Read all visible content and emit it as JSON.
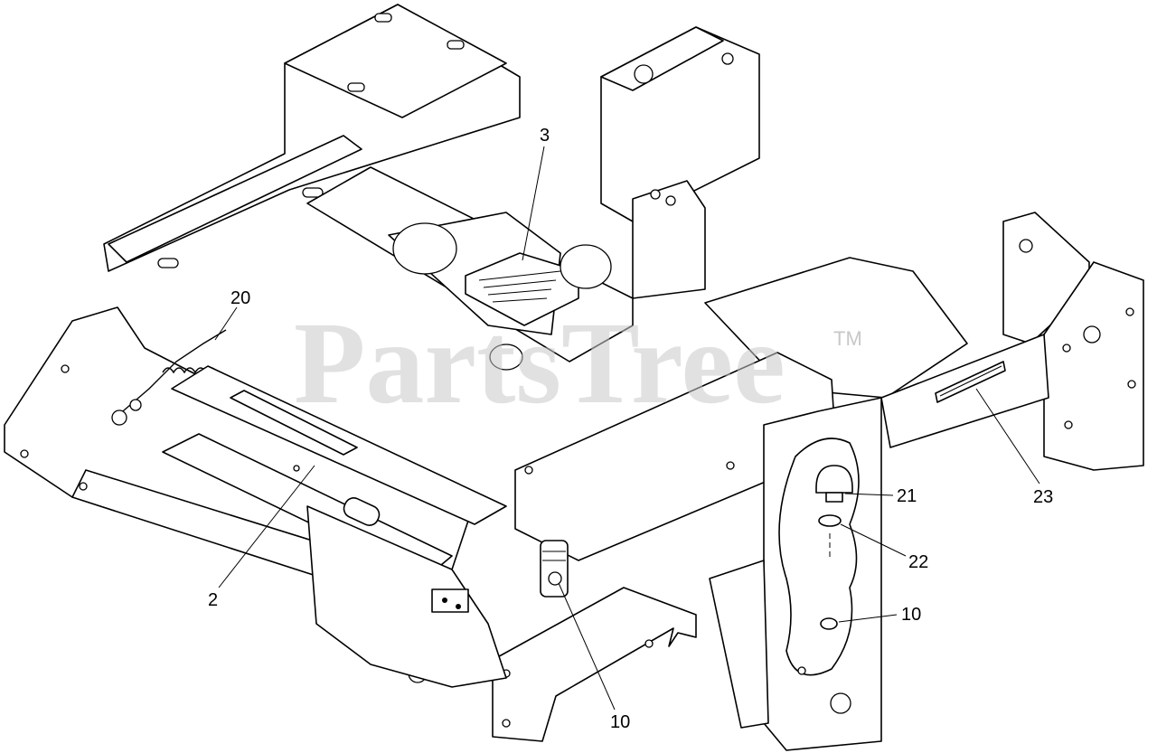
{
  "diagram": {
    "watermark": "PartsTree",
    "watermark_tm": "TM",
    "callouts": [
      {
        "id": "c3",
        "label": "3"
      },
      {
        "id": "c20",
        "label": "20"
      },
      {
        "id": "c2",
        "label": "2"
      },
      {
        "id": "c21",
        "label": "21"
      },
      {
        "id": "c22",
        "label": "22"
      },
      {
        "id": "c23",
        "label": "23"
      },
      {
        "id": "c10a",
        "label": "10"
      },
      {
        "id": "c10b",
        "label": "10"
      }
    ]
  }
}
